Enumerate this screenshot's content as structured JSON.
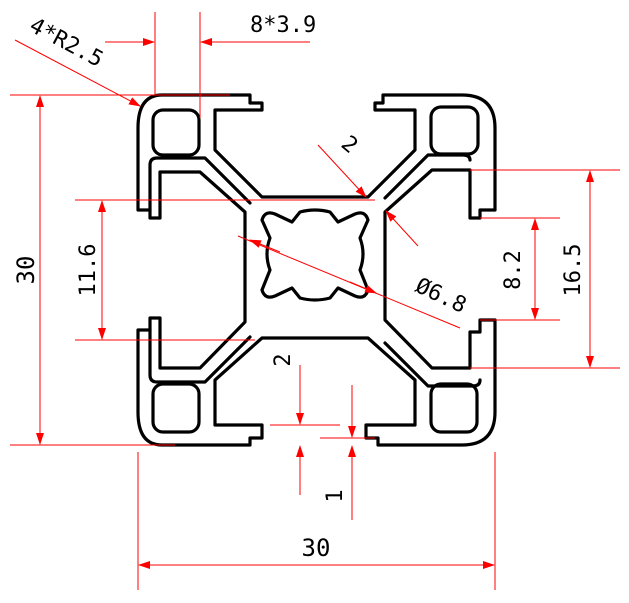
{
  "dimensions": {
    "corner_radius": "4*R2.5",
    "slot_width": "8*3.9",
    "overall_height": "30",
    "overall_width": "30",
    "core_square": "11.6",
    "slot_opening": "8.2",
    "slot_depth": "16.5",
    "web_thickness": "2",
    "wall_thickness": "2",
    "lip_thickness": "1",
    "center_bore": "Ø6.8"
  },
  "colors": {
    "profile": "#000000",
    "dimension": "#ff0000",
    "text": "#000000"
  }
}
